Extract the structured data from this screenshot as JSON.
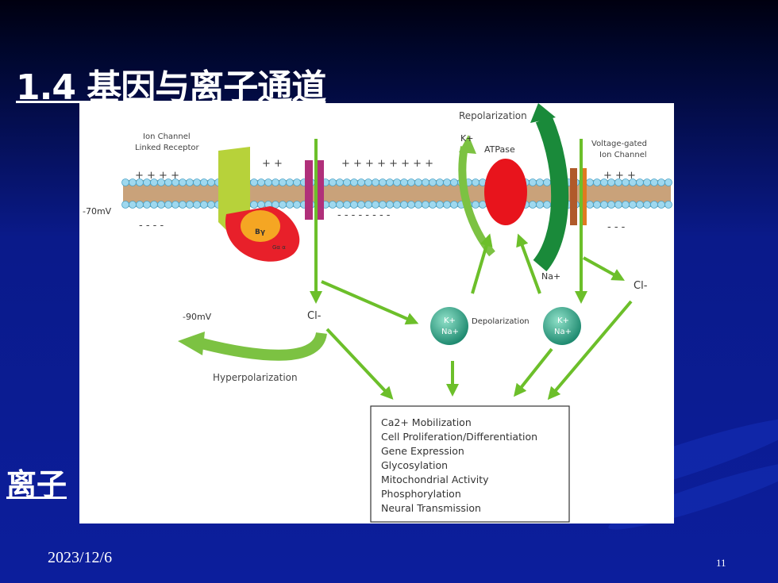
{
  "slide": {
    "title": "1.4 基因与离子通道",
    "partial_text": "离子",
    "date": "2023/12/6",
    "page_number": "11"
  },
  "diagram": {
    "repolarization": "Repolarization",
    "k_plus_top": "K+",
    "atpase": "ATPase",
    "ion_channel_linked_receptor": [
      "Ion Channel",
      "Linked Receptor"
    ],
    "voltage_gated_channel": [
      "Voltage-gated",
      "Ion Channel"
    ],
    "resting_potential": "-70mV",
    "hyperpolarized_potential": "-90mV",
    "b_gamma": "Bγ",
    "g_alpha": "Gα α",
    "na_plus": "Na+",
    "cl_minus_left": "Cl-",
    "cl_minus_right": "Cl-",
    "depolarization": "Depolarization",
    "hyperpolarization": "Hyperpolarization",
    "ion_circle_left": [
      "K+",
      "Na+"
    ],
    "ion_circle_right": [
      "K+",
      "Na+"
    ],
    "outcomes": [
      "Ca2+ Mobilization",
      "Cell Proliferation/Differentiation",
      "Gene Expression",
      "Glycosylation",
      "Mitochondrial Activity",
      "Phosphorylation",
      "Neural Transmission"
    ]
  }
}
